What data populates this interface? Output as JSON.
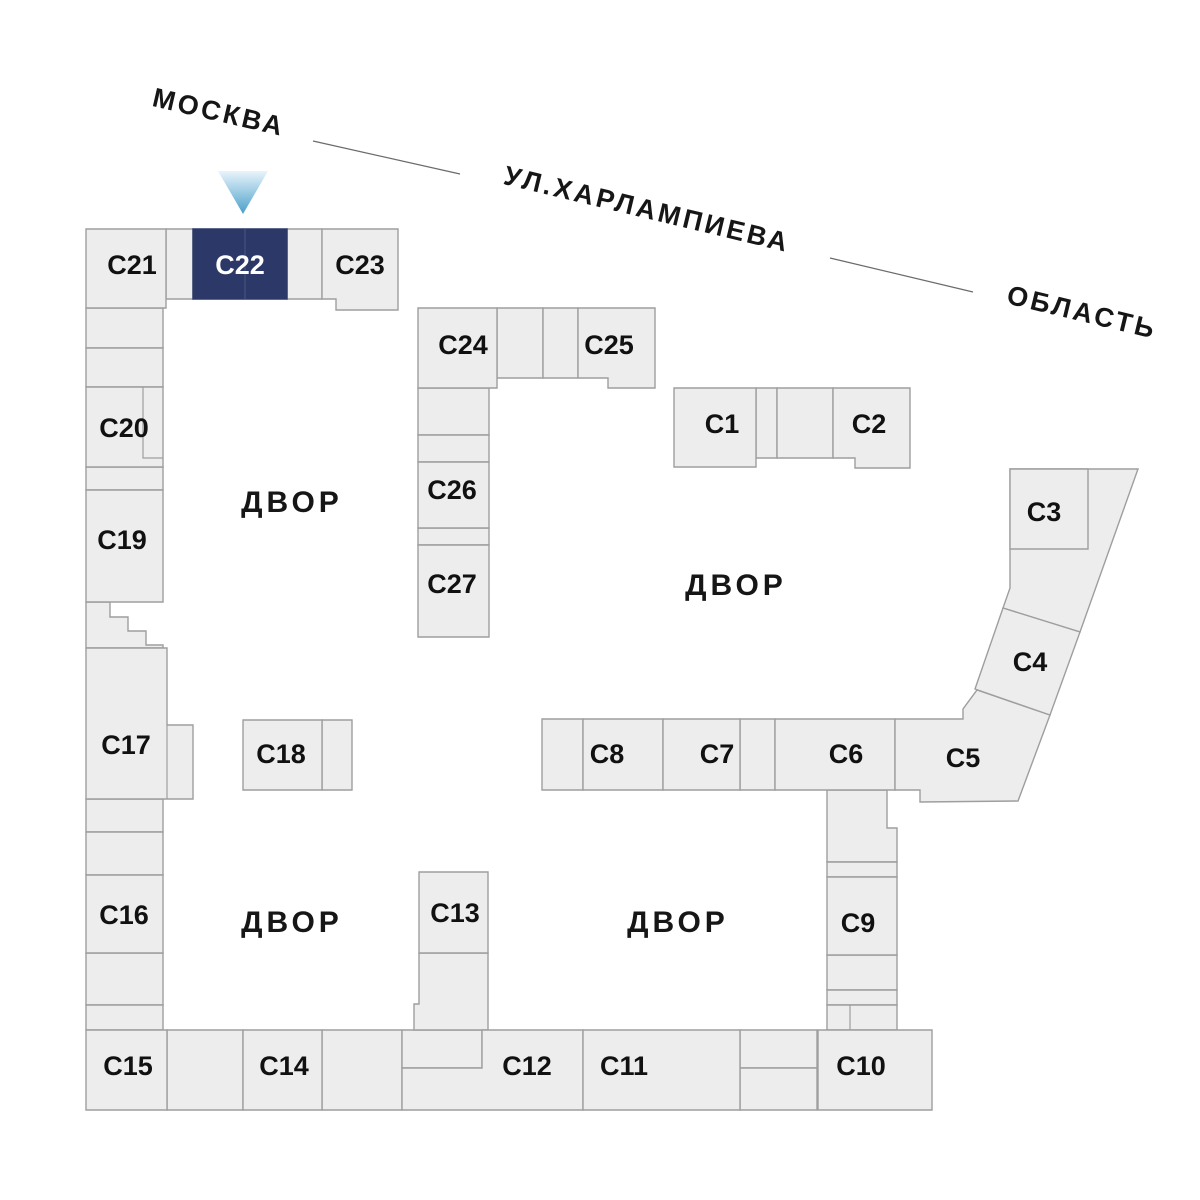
{
  "street": {
    "moscow_label": "МОСКВА",
    "street_name": "УЛ.ХАРЛАМПИЕВА",
    "oblast_label": "ОБЛАСТЬ"
  },
  "labels": {
    "courtyard": "ДВОР"
  },
  "selected_building": "С22",
  "buildings": {
    "c1": {
      "label": "С1"
    },
    "c2": {
      "label": "С2"
    },
    "c3": {
      "label": "С3"
    },
    "c4": {
      "label": "С4"
    },
    "c5": {
      "label": "С5"
    },
    "c6": {
      "label": "С6"
    },
    "c7": {
      "label": "С7"
    },
    "c8": {
      "label": "С8"
    },
    "c9": {
      "label": "С9"
    },
    "c10": {
      "label": "С10"
    },
    "c11": {
      "label": "С11"
    },
    "c12": {
      "label": "С12"
    },
    "c13": {
      "label": "С13"
    },
    "c14": {
      "label": "С14"
    },
    "c15": {
      "label": "С15"
    },
    "c16": {
      "label": "С16"
    },
    "c17": {
      "label": "С17"
    },
    "c18": {
      "label": "С18"
    },
    "c19": {
      "label": "С19"
    },
    "c20": {
      "label": "С20"
    },
    "c21": {
      "label": "С21"
    },
    "c22": {
      "label": "С22"
    },
    "c23": {
      "label": "С23"
    },
    "c24": {
      "label": "С24"
    },
    "c25": {
      "label": "С25"
    },
    "c26": {
      "label": "С26"
    },
    "c27": {
      "label": "С27"
    }
  },
  "colors": {
    "building_fill": "#ededed",
    "building_stroke": "#9e9e9e",
    "selected_fill": "#2c3968",
    "selected_text": "#ffffff",
    "label_color": "#111111",
    "marker_top": "#e9f4fb",
    "marker_bottom": "#4a9fca"
  }
}
